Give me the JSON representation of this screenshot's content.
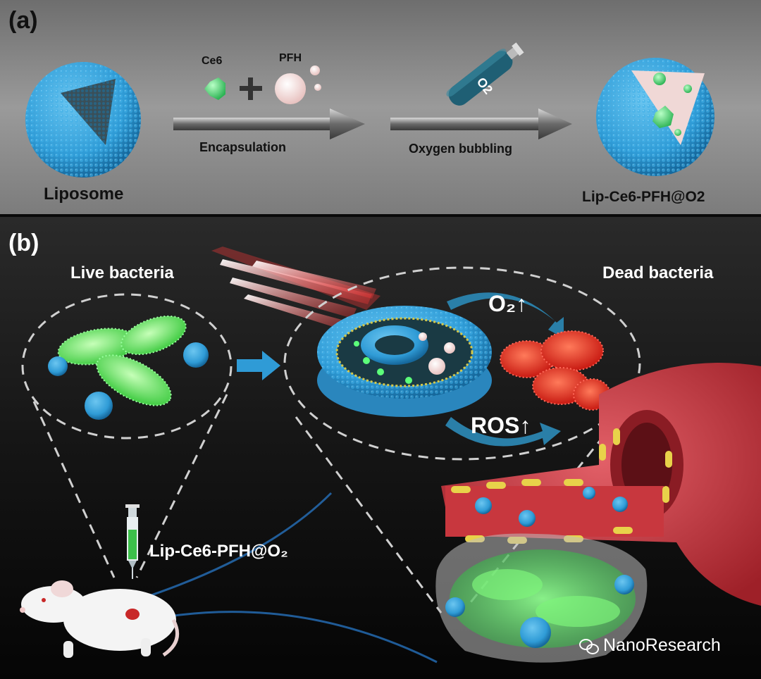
{
  "panel_a": {
    "label": "(a)",
    "liposome": "Liposome",
    "ce6": "Ce6",
    "plus": "+",
    "pfh": "PFH",
    "oxygen_tank": "O2",
    "encapsulation": "Encapsulation",
    "oxygen_bubbling": "Oxygen bubbling",
    "product": "Lip-Ce6-PFH@O2"
  },
  "panel_b": {
    "label": "(b)",
    "live_bacteria": "Live bacteria",
    "dead_bacteria": "Dead bacteria",
    "o2_up": "O₂↑",
    "ros_up": "ROS↑",
    "injected": "Lip-Ce6-PFH@O₂"
  },
  "watermark": "NanoResearch",
  "colors": {
    "panel_a_bg": "#8c8c8c",
    "liposome_blue": "#2f9bd6",
    "ce6_green": "#3fd46a",
    "pfh_pink": "#f2d2d0",
    "laser_red": "#ff2a2a",
    "tissue_red": "#c8333c",
    "bacteria_green": "#5ee85a",
    "dead_red": "#e0281e"
  },
  "icons": [
    "wechat-icon",
    "oxygen-tank-icon",
    "syringe-icon",
    "mouse-icon",
    "arrow-right-icon"
  ]
}
